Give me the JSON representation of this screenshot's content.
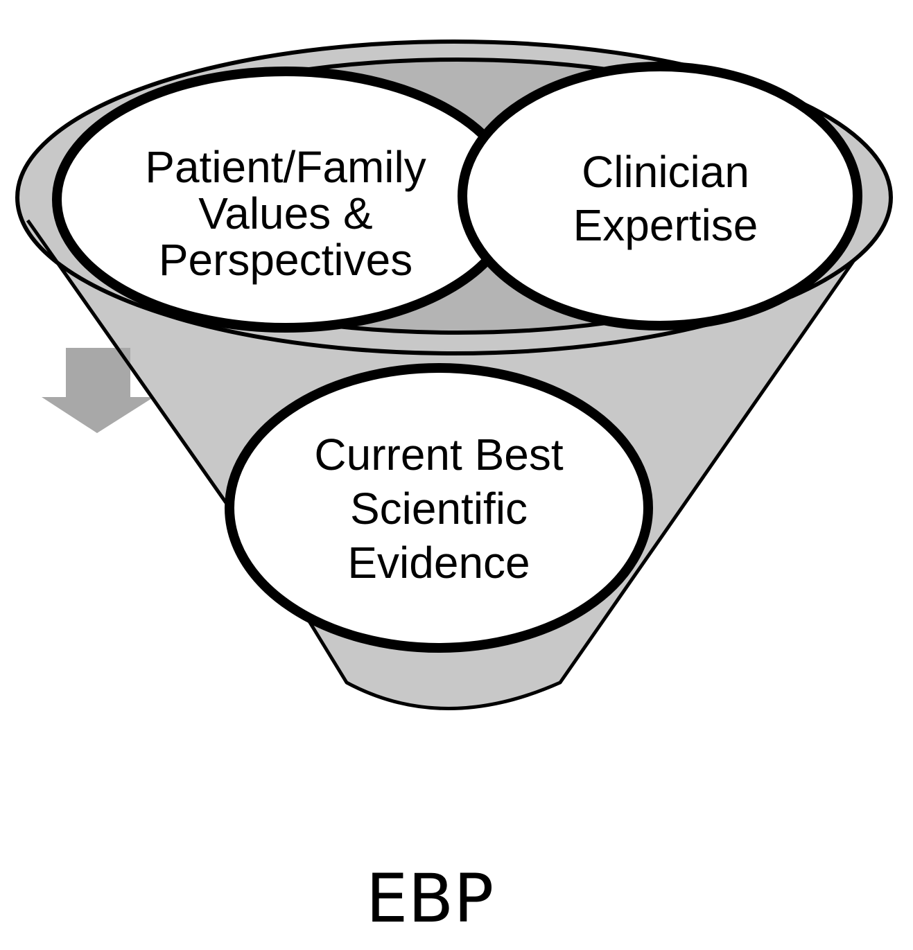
{
  "diagram": {
    "type": "funnel",
    "inputs": {
      "patient_family": {
        "lines": [
          "Patient/Family",
          "Values &",
          "Perspectives"
        ]
      },
      "clinician": {
        "lines": [
          "Clinician",
          "Expertise"
        ]
      },
      "evidence": {
        "lines": [
          "Current Best",
          "Scientific",
          "Evidence"
        ]
      }
    },
    "output": {
      "label": "EBP"
    }
  },
  "colors": {
    "funnel_fill": "#c8c8c8",
    "funnel_inner_shadow": "#b0b0b0",
    "arrow": "#a8a8a8",
    "ellipse_fill": "#ffffff",
    "stroke": "#000000"
  }
}
